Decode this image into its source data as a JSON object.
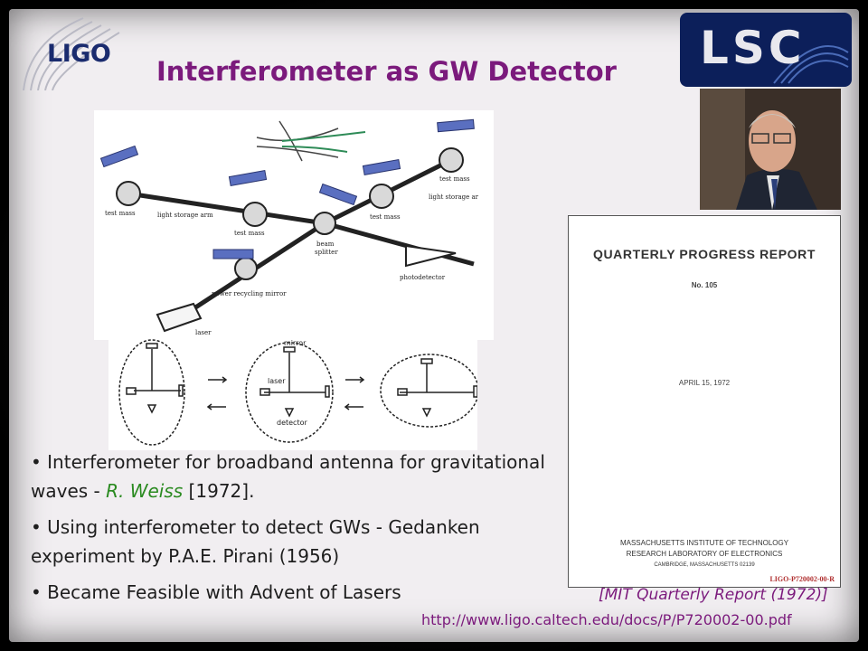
{
  "header": {
    "logo_text": "LIGO",
    "title": "Interferometer as  GW Detector",
    "lsc_logo_text": "LSC"
  },
  "diagram_top": {
    "labels": {
      "test_mass_left": "test mass",
      "light_storage_arm_left": "light storage arm",
      "test_mass_mid": "test mass",
      "beam_splitter_line1": "beam",
      "beam_splitter_line2": "splitter",
      "test_mass_right": "test mass",
      "test_mass_far": "test mass",
      "light_storage_arm_right": "light storage ar",
      "photodetector": "photodetector",
      "power_recycling_mirror": "power recycling mirror",
      "laser": "laser"
    }
  },
  "diagram_bottom": {
    "labels": {
      "mirror": "mirror",
      "laser": "laser",
      "detector": "detector"
    }
  },
  "bullets": [
    {
      "before": "Interferometer for broadband antenna for gravitational waves -  ",
      "highlight": "R. Weiss",
      "after": " [1972]."
    },
    {
      "before": "Using interferometer to detect GWs  - Gedanken experiment by P.A.E. Pirani (1956)",
      "highlight": "",
      "after": ""
    },
    {
      "before": "Became Feasible with Advent of Lasers",
      "highlight": "",
      "after": ""
    }
  ],
  "report": {
    "title": "QUARTERLY  PROGRESS  REPORT",
    "number": "No. 105",
    "date": "APRIL 15, 1972",
    "institution": "MASSACHUSETTS INSTITUTE OF TECHNOLOGY",
    "lab": "RESEARCH LABORATORY OF ELECTRONICS",
    "city": "CAMBRIDGE, MASSACHUSETTS 02139",
    "code": "LIGO-P720002-00-R"
  },
  "caption": "[MIT Quarterly Report (1972)]",
  "url": "http://www.ligo.caltech.edu/docs/P/P720002-00.pdf",
  "colors": {
    "title": "#7b1a7c",
    "highlight": "#2a8a20",
    "logo_blue": "#1a2b6e"
  }
}
